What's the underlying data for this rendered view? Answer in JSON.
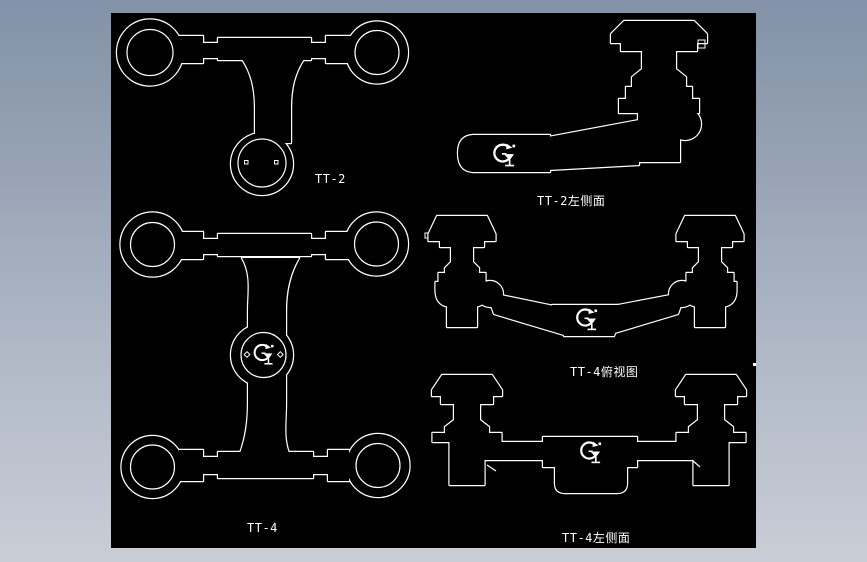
{
  "window": {
    "bg_top": "#8392a8",
    "bg_bottom": "#c9cdd6"
  },
  "canvas": {
    "background": "#000000",
    "line_color": "#ffffff"
  },
  "labels": {
    "tt2_front": "TT-2",
    "tt2_side": "TT-2左侧面",
    "tt4_front": "TT-4",
    "tt4_top": "TT-4俯视图",
    "tt4_side": "TT-4左侧面"
  },
  "watermark": {
    "glyph": "G"
  }
}
